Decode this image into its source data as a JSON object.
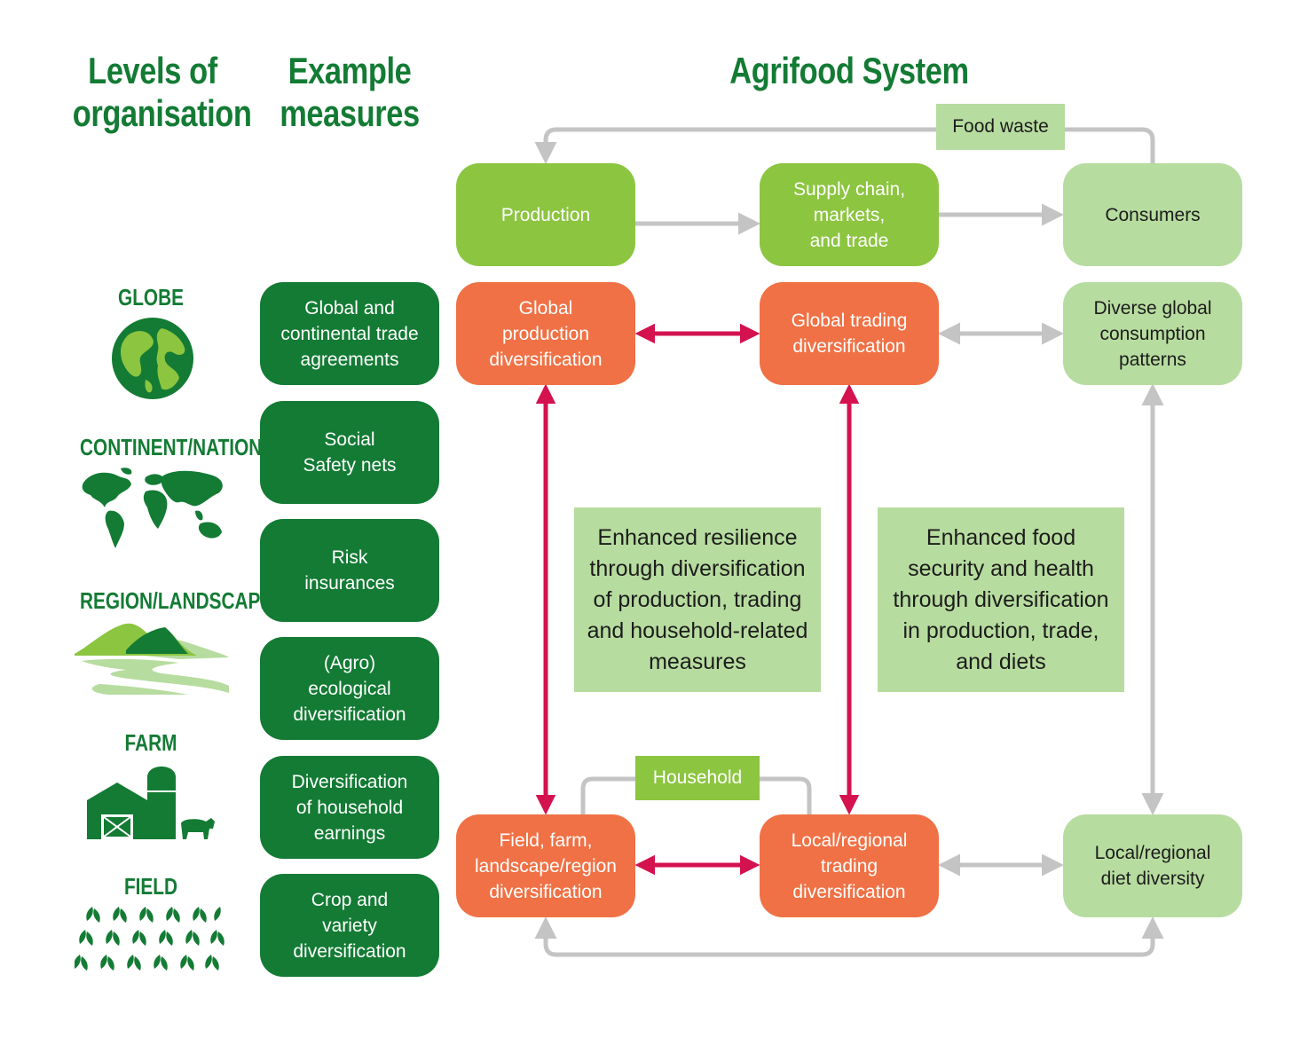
{
  "headings": {
    "levels": "Levels of\norganisation",
    "measures": "Example\nmeasures",
    "system": "Agrifood System"
  },
  "levels": [
    {
      "label": "GLOBE",
      "icon": "globe-icon"
    },
    {
      "label": "CONTINENT/NATION",
      "icon": "world-map-icon"
    },
    {
      "label": "REGION/LANDSCAPE",
      "icon": "landscape-icon"
    },
    {
      "label": "FARM",
      "icon": "farm-icon"
    },
    {
      "label": "FIELD",
      "icon": "field-crops-icon"
    }
  ],
  "measures": [
    "Global and\ncontinental trade\nagreements",
    "Social\nSafety nets",
    "Risk\ninsurances",
    "(Agro)\necological\ndiversification",
    "Diversification\nof household\nearnings",
    "Crop and\nvariety\ndiversification"
  ],
  "system": {
    "production": "Production",
    "supply": "Supply chain,\nmarkets,\nand trade",
    "consumers": "Consumers",
    "food_waste": "Food waste",
    "global_production": "Global\nproduction\ndiversification",
    "global_trading": "Global trading\ndiversification",
    "global_consumption": "Diverse global\nconsumption\npatterns",
    "local_production": "Field, farm,\nlandscape/region\ndiversification",
    "local_trading": "Local/regional\ntrading\ndiversification",
    "local_diet": "Local/regional\ndiet diversity",
    "household": "Household",
    "resilience_note": "Enhanced resilience\nthrough diversification\nof production, trading\nand household-related\nmeasures",
    "food_security_note": "Enhanced food\nsecurity and health\nthrough diversification\nin production, trade,\nand diets"
  },
  "colors": {
    "dark_green": "#137b34",
    "lime": "#8cc540",
    "light_green": "#b7dc9f",
    "orange": "#f07145",
    "crimson": "#d4124f",
    "grey_arrow": "#c4c4c4"
  }
}
